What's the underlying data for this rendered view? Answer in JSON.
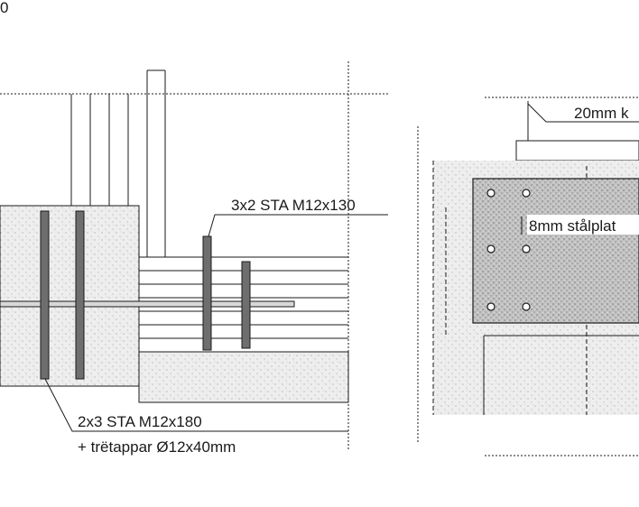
{
  "page_mark": "0",
  "labels": {
    "bolts_upper": "3x2 STA M12x130",
    "bolts_lower_line1": "2x3 STA M12x180",
    "bolts_lower_line2": "+ trëtappar Ø12x40mm",
    "thickness_20": "20mm k",
    "plate_8": "8mm stålplat"
  },
  "colors": {
    "line": "#1a1a1a",
    "concrete_fill": "#e6e6e6",
    "plate_fill": "#bdbdbd",
    "bolt_fill": "#6e6e6e"
  }
}
